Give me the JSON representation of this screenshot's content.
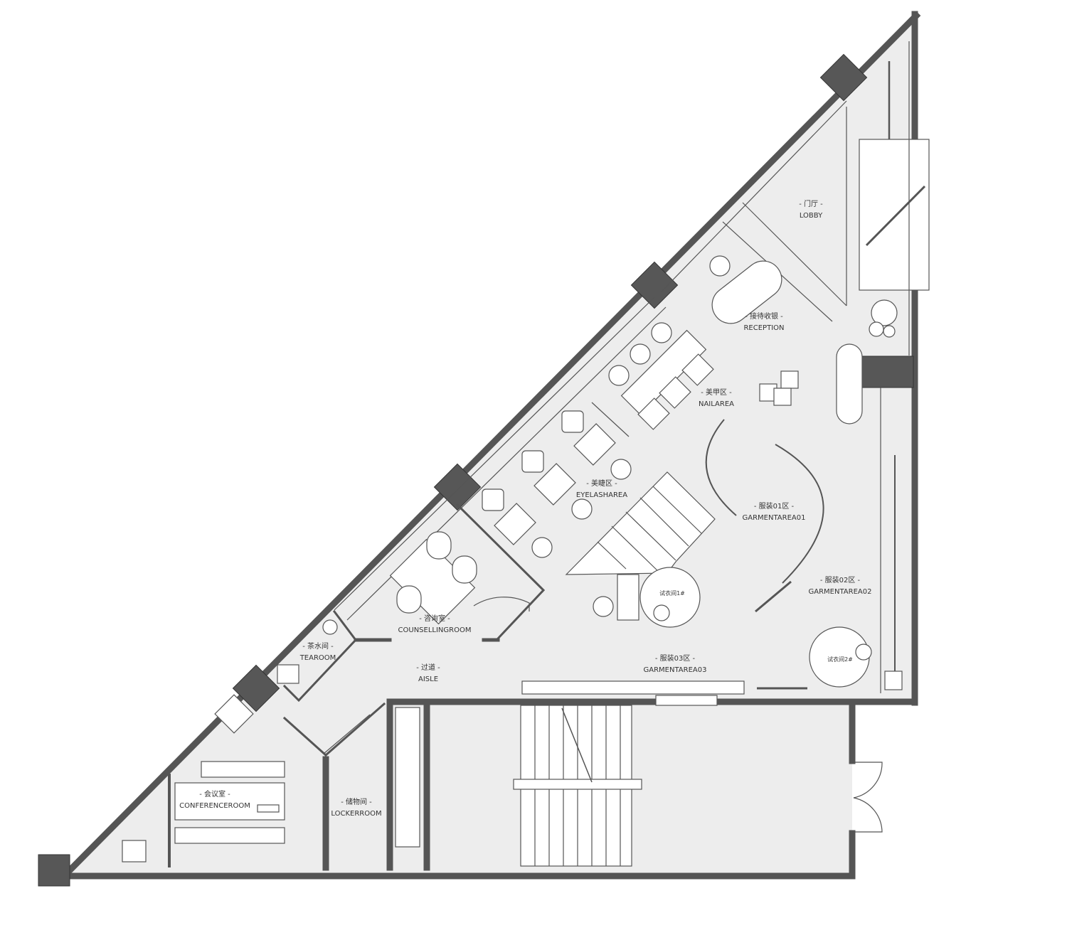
{
  "colors": {
    "floor": "#ededed",
    "wall": "#5a5a5a",
    "column": "#575757",
    "furniture": "#ffffff",
    "line": "#555555"
  },
  "rooms": {
    "lobby": {
      "cn": "- 门厅 -",
      "en": "LOBBY"
    },
    "reception": {
      "cn": "- 接待收银 -",
      "en": "RECEPTION"
    },
    "nail": {
      "cn": "- 美甲区 -",
      "en": "NAILAREA"
    },
    "eyelash": {
      "cn": "- 美睫区 -",
      "en": "EYELASHAREA"
    },
    "garment01": {
      "cn": "- 服装01区 -",
      "en": "GARMENTAREA01"
    },
    "garment02": {
      "cn": "- 服装02区 -",
      "en": "GARMENTAREA02"
    },
    "garment03": {
      "cn": "- 服装03区 -",
      "en": "GARMENTAREA03"
    },
    "fitting1": {
      "cn": "试衣间1#"
    },
    "fitting2": {
      "cn": "试衣间2#"
    },
    "counselling": {
      "cn": "- 咨询室 -",
      "en": "COUNSELLINGROOM"
    },
    "tearoom": {
      "cn": "- 茶水间 -",
      "en": "TEAROOM"
    },
    "aisle": {
      "cn": "- 过道 -",
      "en": "AISLE"
    },
    "conference": {
      "cn": "- 会议室 -",
      "en": "CONFERENCEROOM"
    },
    "locker": {
      "cn": "- 储物间 -",
      "en": "LOCKERROOM"
    }
  }
}
